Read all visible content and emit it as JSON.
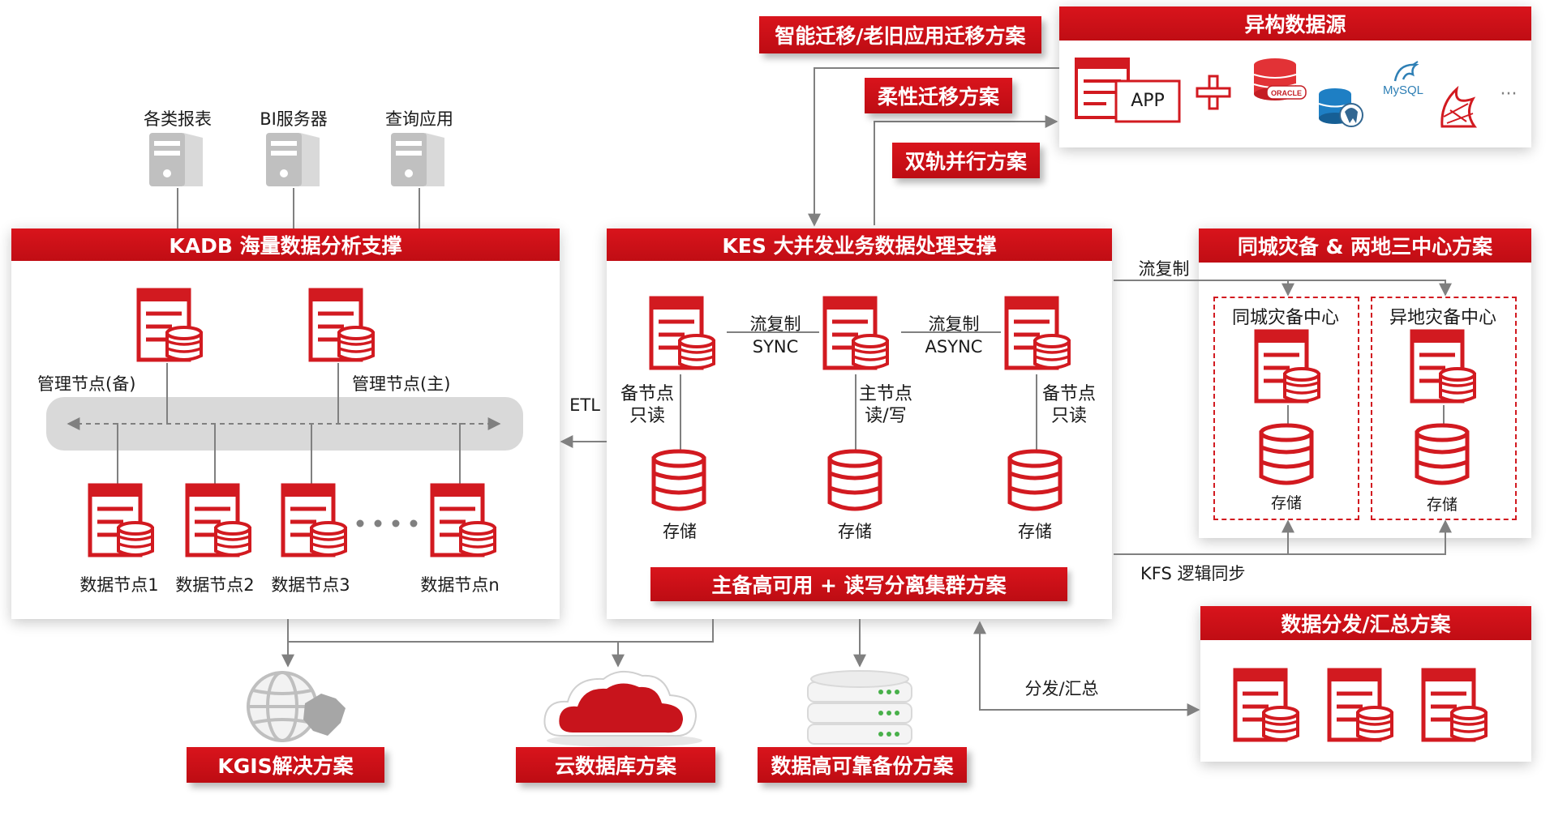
{
  "colors": {
    "accent": "#d9141c",
    "line": "#808080",
    "gray_icon": "#bfbfbf"
  },
  "clients": [
    "各类报表",
    "BI服务器",
    "查询应用"
  ],
  "kadb": {
    "title": "KADB 海量数据分析支撑",
    "mgmt_standby": "管理节点(备)",
    "mgmt_master": "管理节点(主)",
    "nodes": [
      "数据节点1",
      "数据节点2",
      "数据节点3",
      "数据节点n"
    ]
  },
  "kes": {
    "title": "KES 大并发业务数据处理支撑",
    "sync_label_top": "流复制",
    "sync_label_bottom": "SYNC",
    "async_label_top": "流复制",
    "async_label_bottom": "ASYNC",
    "left_node_line1": "备节点",
    "left_node_line2": "只读",
    "center_node_line1": "主节点",
    "center_node_line2": "读/写",
    "right_node_line1": "备节点",
    "right_node_line2": "只读",
    "storage": "存储",
    "bottom_label": "主备高可用 + 读写分离集群方案"
  },
  "etl": "ETL",
  "migration": {
    "smart": "智能迁移/老旧应用迁移方案",
    "flexible": "柔性迁移方案",
    "dual_track": "双轨并行方案"
  },
  "hetero": {
    "title": "异构数据源",
    "app": "APP",
    "oracle": "ORACLE",
    "mysql": "MySQL",
    "more": "···"
  },
  "dr": {
    "title": "同城灾备 & 两地三中心方案",
    "stream": "流复制",
    "same_city": "同城灾备中心",
    "remote": "异地灾备中心",
    "storage": "存储",
    "kfs": "KFS 逻辑同步"
  },
  "distribution": {
    "title": "数据分发/汇总方案",
    "arrow_label": "分发/汇总"
  },
  "bottom": {
    "kgis": "KGIS解决方案",
    "cloud": "云数据库方案",
    "backup": "数据高可靠备份方案"
  }
}
